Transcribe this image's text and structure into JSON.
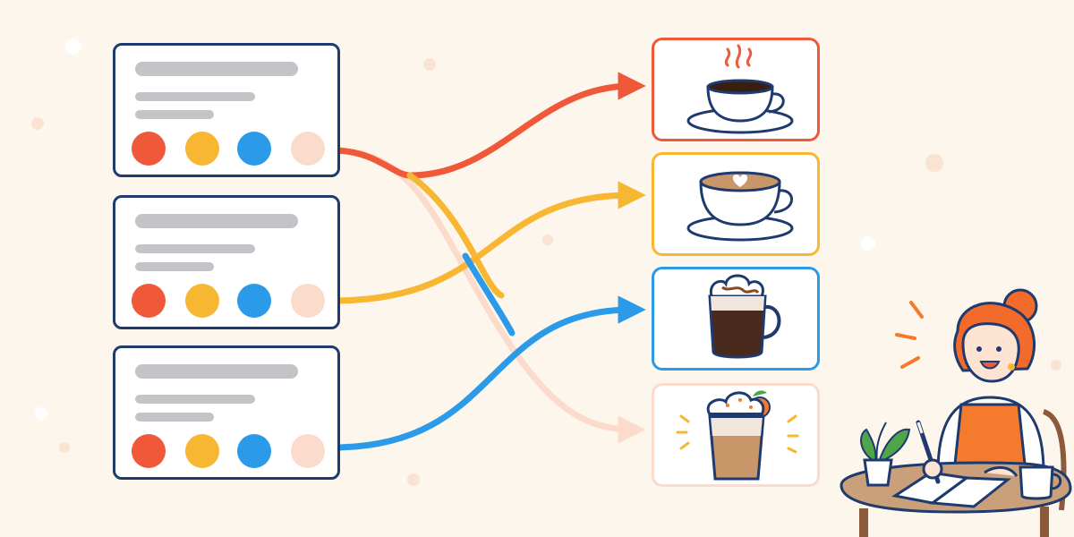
{
  "colors": {
    "navy": "#1e3a6e",
    "red": "#f0583a",
    "yellow": "#f7b733",
    "blue": "#2b9ae8",
    "peach": "#fbdccc",
    "coffee": "#3a1e12",
    "latte_foam": "#c89669",
    "hair": "#f26b2b",
    "apron": "#f47b2d",
    "plant": "#4fa64a",
    "table": "#c9a07a"
  },
  "diagram": {
    "menu_cards": [
      {
        "id": "menu-card-1",
        "dots": [
          "red",
          "yellow",
          "blue",
          "peach"
        ],
        "link": "red"
      },
      {
        "id": "menu-card-2",
        "dots": [
          "red",
          "yellow",
          "blue",
          "peach"
        ],
        "link": "yellow"
      },
      {
        "id": "menu-card-3",
        "dots": [
          "red",
          "yellow",
          "blue",
          "peach"
        ],
        "link": "blue"
      }
    ],
    "drink_cards": [
      {
        "id": "drink-espresso",
        "icon": "steaming-coffee-cup-icon",
        "border": "red"
      },
      {
        "id": "drink-latte",
        "icon": "latte-art-cup-icon",
        "border": "yellow"
      },
      {
        "id": "drink-mocha",
        "icon": "mocha-glass-mug-icon",
        "border": "blue"
      },
      {
        "id": "drink-orange-frappe",
        "icon": "orange-frappe-glass-icon",
        "border": "peach"
      }
    ],
    "connections": [
      {
        "from": "menu-card-1",
        "to": "drink-espresso",
        "color": "red"
      },
      {
        "from": "menu-card-2",
        "to": "drink-latte",
        "color": "yellow"
      },
      {
        "from": "menu-card-3",
        "to": "drink-mocha",
        "color": "blue"
      },
      {
        "from": "menu-card-1",
        "to": "drink-orange-frappe",
        "color": "peach"
      }
    ],
    "illustration": {
      "figure": "barista-writing-notes",
      "icons": [
        "potted-plant-icon",
        "notebook-icon",
        "pen-icon",
        "coffee-mug-icon"
      ]
    }
  }
}
